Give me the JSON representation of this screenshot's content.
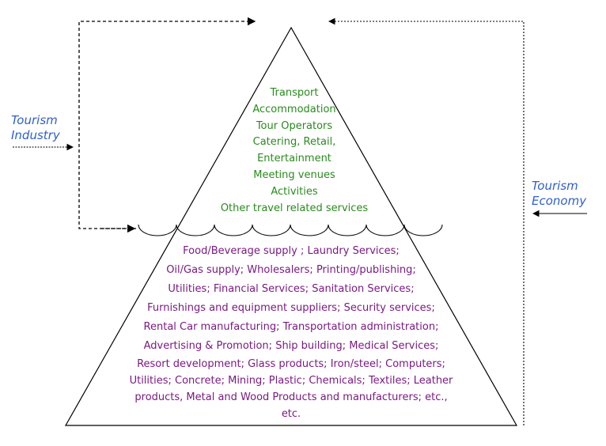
{
  "labels": {
    "tourism_industry": [
      "Tourism",
      "Industry"
    ],
    "tourism_economy": [
      "Tourism",
      "Economy"
    ]
  },
  "colors": {
    "industry_text": "#009000",
    "economy_text": "#8b008b",
    "side_labels": "#2f5fd0",
    "lines": "#000000"
  },
  "tip_services": [
    "Transport",
    "Accommodation",
    "Tour Operators",
    "Catering, Retail,",
    "Entertainment",
    "Meeting venues",
    "Activities",
    "Other travel related services"
  ],
  "base_services": [
    "Food/Beverage supply ; Laundry Services;",
    "Oil/Gas supply; Wholesalers; Printing/publishing;",
    "Utilities; Financial Services; Sanitation Services;",
    "Furnishings and equipment suppliers; Security services;",
    "Rental Car manufacturing; Transportation administration;",
    "Advertising & Promotion; Ship building; Medical Services;",
    "Resort development; Glass products; Iron/steel; Computers;",
    "Utilities;  Concrete; Mining; Plastic; Chemicals; Textiles; Leather",
    "products, Metal and Wood Products and manufacturers; etc.,",
    "etc."
  ]
}
